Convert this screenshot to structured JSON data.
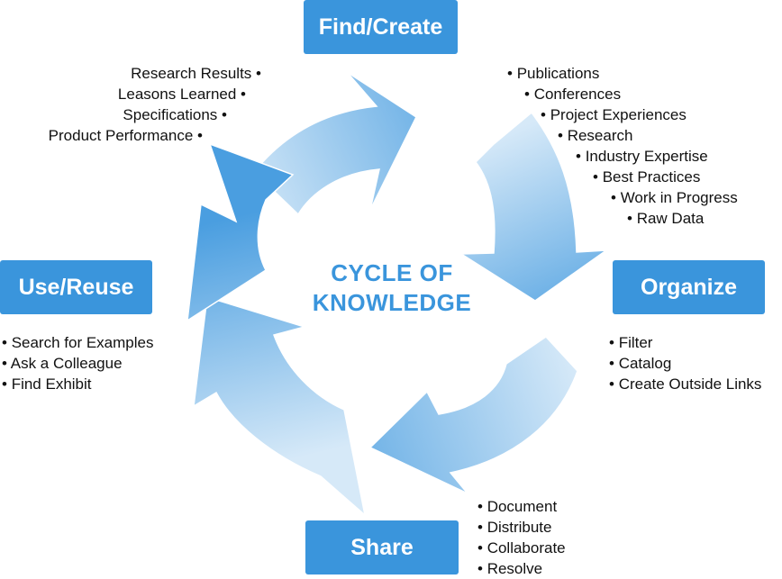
{
  "colors": {
    "box": "#3a95dc",
    "title": "#3a95dc",
    "arrow_light": "#d6e9f8",
    "arrow_dark": "#4a9ee0"
  },
  "center": {
    "line1": "CYCLE OF",
    "line2": "KNOWLEDGE"
  },
  "stages": {
    "find": "Find/Create",
    "organize": "Organize",
    "share": "Share",
    "use": "Use/Reuse"
  },
  "lists": {
    "find_left": [
      "Research Results",
      "Leasons Learned",
      "Specifications",
      "Product Performance"
    ],
    "find_right": [
      "Publications",
      "Conferences",
      "Project Experiences",
      "Research",
      "Industry Expertise",
      "Best Practices",
      "Work in Progress",
      "Raw Data"
    ],
    "organize": [
      "Filter",
      "Catalog",
      "Create Outside Links"
    ],
    "share": [
      "Document",
      "Distribute",
      "Collaborate",
      "Resolve"
    ],
    "use": [
      "Search for Examples",
      "Ask a Colleague",
      "Find Exhibit"
    ]
  }
}
